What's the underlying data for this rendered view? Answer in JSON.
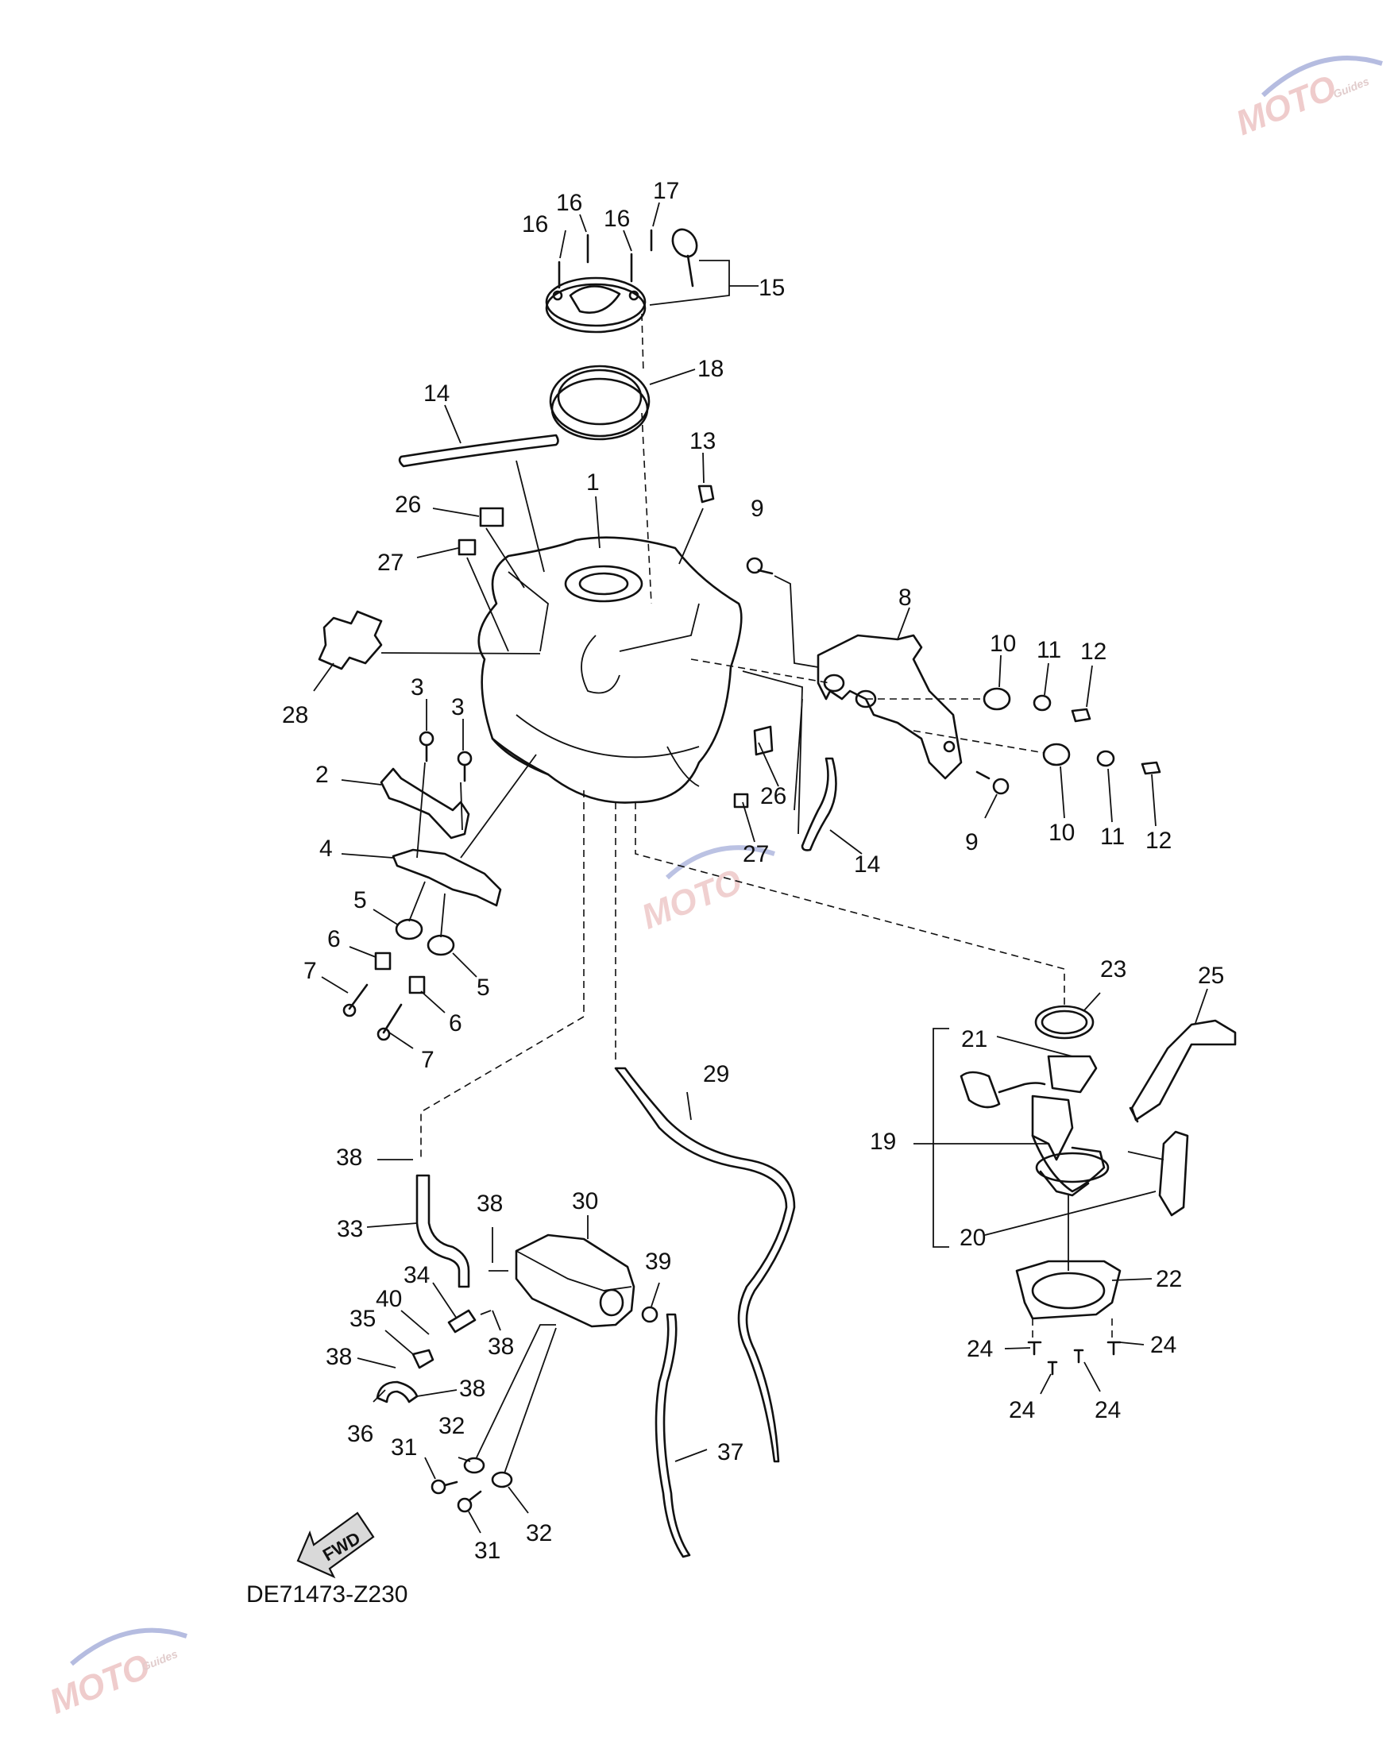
{
  "diagram": {
    "drawing_code": "DE71473-Z230",
    "fwd_label": "FWD",
    "watermark": {
      "brand": "MOTO",
      "sub": "Guides"
    },
    "callouts": [
      "1",
      "2",
      "3",
      "3",
      "4",
      "5",
      "5",
      "6",
      "6",
      "7",
      "7",
      "8",
      "9",
      "9",
      "10",
      "10",
      "11",
      "11",
      "12",
      "12",
      "13",
      "14",
      "14",
      "15",
      "16",
      "16",
      "16",
      "17",
      "18",
      "19",
      "20",
      "21",
      "22",
      "23",
      "24",
      "24",
      "24",
      "24",
      "25",
      "26",
      "26",
      "27",
      "27",
      "28",
      "29",
      "30",
      "31",
      "31",
      "32",
      "32",
      "33",
      "34",
      "35",
      "36",
      "37",
      "38",
      "38",
      "38",
      "38",
      "38",
      "39",
      "40"
    ]
  }
}
